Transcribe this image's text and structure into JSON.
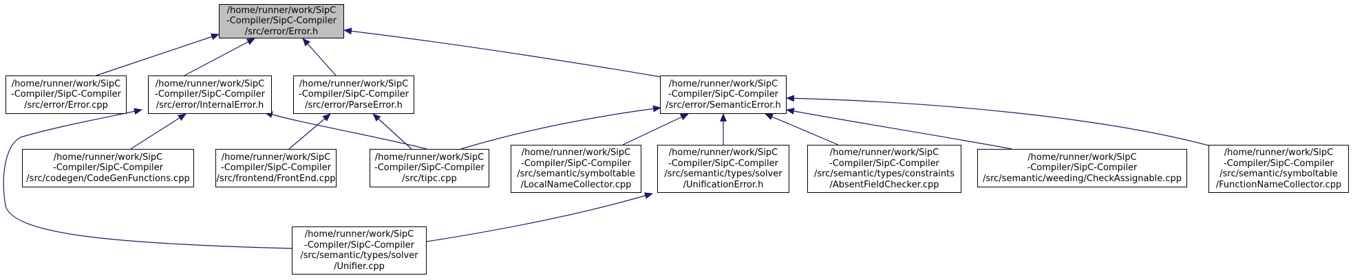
{
  "diagram": {
    "nodes": [
      {
        "id": "error_h",
        "lines": [
          "/home/runner/work/SipC",
          "-Compiler/SipC-Compiler",
          "/src/error/Error.h"
        ]
      },
      {
        "id": "error_cpp",
        "lines": [
          "/home/runner/work/SipC",
          "-Compiler/SipC-Compiler",
          "/src/error/Error.cpp"
        ]
      },
      {
        "id": "internal_h",
        "lines": [
          "/home/runner/work/SipC",
          "-Compiler/SipC-Compiler",
          "/src/error/InternalError.h"
        ]
      },
      {
        "id": "parse_h",
        "lines": [
          "/home/runner/work/SipC",
          "-Compiler/SipC-Compiler",
          "/src/error/ParseError.h"
        ]
      },
      {
        "id": "semantic_h",
        "lines": [
          "/home/runner/work/SipC",
          "-Compiler/SipC-Compiler",
          "/src/error/SemanticError.h"
        ]
      },
      {
        "id": "codegen_cpp",
        "lines": [
          "/home/runner/work/SipC",
          "-Compiler/SipC-Compiler",
          "/src/codegen/CodeGenFunctions.cpp"
        ]
      },
      {
        "id": "frontend_cpp",
        "lines": [
          "/home/runner/work/SipC",
          "-Compiler/SipC-Compiler",
          "/src/frontend/FrontEnd.cpp"
        ]
      },
      {
        "id": "tipc_cpp",
        "lines": [
          "/home/runner/work/SipC",
          "-Compiler/SipC-Compiler",
          "/src/tipc.cpp"
        ]
      },
      {
        "id": "localname_cpp",
        "lines": [
          "/home/runner/work/SipC",
          "-Compiler/SipC-Compiler",
          "/src/semantic/symboltable",
          "/LocalNameCollector.cpp"
        ]
      },
      {
        "id": "unification_h",
        "lines": [
          "/home/runner/work/SipC",
          "-Compiler/SipC-Compiler",
          "/src/semantic/types/solver",
          "/UnificationError.h"
        ]
      },
      {
        "id": "absentfield_cpp",
        "lines": [
          "/home/runner/work/SipC",
          "-Compiler/SipC-Compiler",
          "/src/semantic/types/constraints",
          "/AbsentFieldChecker.cpp"
        ]
      },
      {
        "id": "checkassign_cpp",
        "lines": [
          "/home/runner/work/SipC",
          "-Compiler/SipC-Compiler",
          "/src/semantic/weeding/CheckAssignable.cpp"
        ]
      },
      {
        "id": "funcname_cpp",
        "lines": [
          "/home/runner/work/SipC",
          "-Compiler/SipC-Compiler",
          "/src/semantic/symboltable",
          "/FunctionNameCollector.cpp"
        ]
      },
      {
        "id": "unifier_cpp",
        "lines": [
          "/home/runner/work/SipC",
          "-Compiler/SipC-Compiler",
          "/src/semantic/types/solver",
          "/Unifier.cpp"
        ]
      }
    ],
    "edges": [
      {
        "from": "error_cpp",
        "to": "error_h"
      },
      {
        "from": "internal_h",
        "to": "error_h"
      },
      {
        "from": "parse_h",
        "to": "error_h"
      },
      {
        "from": "semantic_h",
        "to": "error_h"
      },
      {
        "from": "codegen_cpp",
        "to": "internal_h"
      },
      {
        "from": "tipc_cpp",
        "to": "internal_h"
      },
      {
        "from": "unifier_cpp",
        "to": "internal_h"
      },
      {
        "from": "frontend_cpp",
        "to": "parse_h"
      },
      {
        "from": "tipc_cpp",
        "to": "parse_h"
      },
      {
        "from": "tipc_cpp",
        "to": "semantic_h"
      },
      {
        "from": "localname_cpp",
        "to": "semantic_h"
      },
      {
        "from": "unification_h",
        "to": "semantic_h"
      },
      {
        "from": "absentfield_cpp",
        "to": "semantic_h"
      },
      {
        "from": "checkassign_cpp",
        "to": "semantic_h"
      },
      {
        "from": "funcname_cpp",
        "to": "semantic_h"
      },
      {
        "from": "unifier_cpp",
        "to": "unification_h"
      }
    ],
    "colors": {
      "edge": "#191970",
      "node_border": "#000000",
      "root_fill": "#bfbfbf",
      "node_fill": "#ffffff"
    }
  }
}
